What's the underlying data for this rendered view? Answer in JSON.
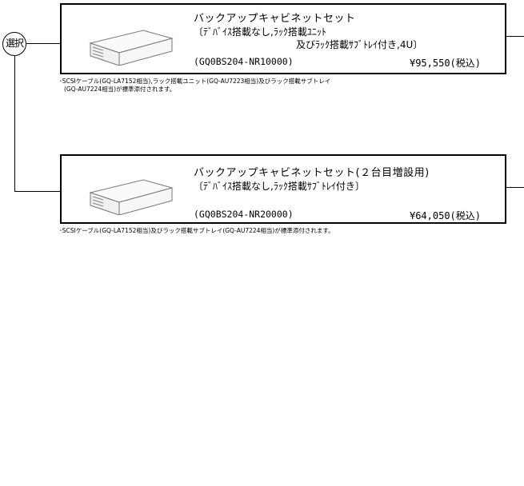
{
  "select_label": "選択",
  "products": [
    {
      "name": "バックアップキャビネットセット",
      "desc1": "〔ﾃﾞﾊﾞｲｽ搭載なし,ﾗｯｸ搭載ﾕﾆｯﾄ",
      "desc2": "及びﾗｯｸ搭載ｻﾌﾞﾄﾚｲ付き,4U〕",
      "code": "(GQ0BS204-NR10000)",
      "price": "¥95,550(税込)",
      "note1": "･SCSIケーブル(GQ-LA7152相当),ラック搭載ユニット(GQ-AU7223相当)及びラック搭載サブトレイ",
      "note2": "(GQ-AU7224相当)が標準添付されます。"
    },
    {
      "name": "バックアップキャビネットセット(２台目増設用)",
      "desc1": "〔ﾃﾞﾊﾞｲｽ搭載なし,ﾗｯｸ搭載ｻﾌﾞﾄﾚｲ付き〕",
      "code": "(GQ0BS204-NR20000)",
      "price": "¥64,050(税込)",
      "note1": "･SCSIケーブル(GQ-LA7152相当)及びラック搭載サブトレイ(GQ-AU7224相当)が標準添付されます。"
    }
  ]
}
